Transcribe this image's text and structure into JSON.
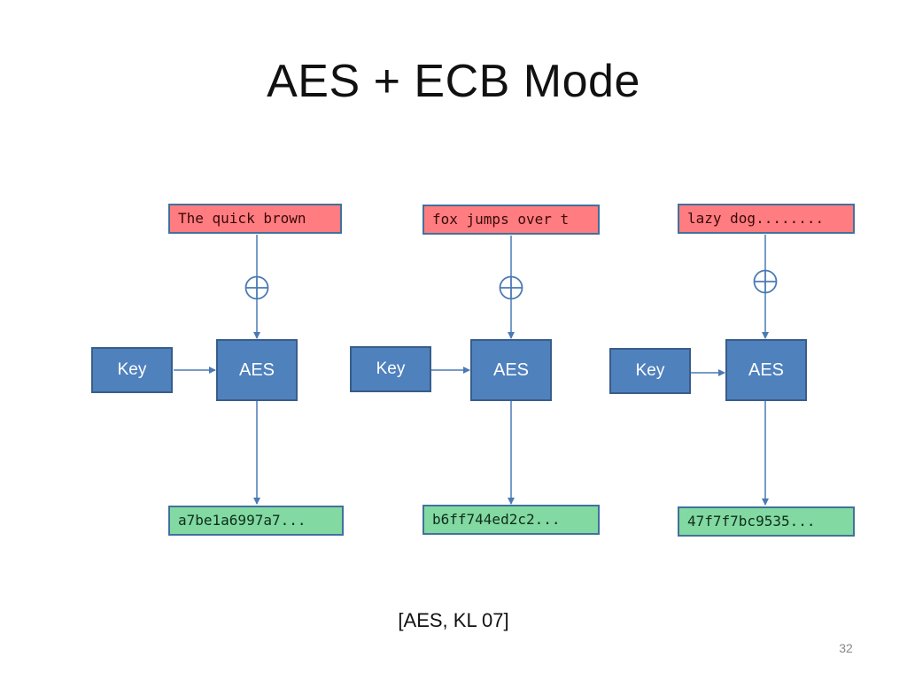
{
  "slide": {
    "title": "AES + ECB Mode",
    "citation": "[AES, KL 07]",
    "page_number": "32"
  },
  "blocks": [
    {
      "plaintext": "The quick brown",
      "key_label": "Key",
      "cipher_label": "AES",
      "ciphertext": "a7be1a6997a7..."
    },
    {
      "plaintext": "fox jumps over t",
      "key_label": "Key",
      "cipher_label": "AES",
      "ciphertext": "b6ff744ed2c2..."
    },
    {
      "plaintext": "lazy dog........",
      "key_label": "Key",
      "cipher_label": "AES",
      "ciphertext": "47f7f7bc9535..."
    }
  ],
  "colors": {
    "plaintext_fill": "#ff7c80",
    "ciphertext_fill": "#82d9a2",
    "block_fill": "#4f81bd",
    "line": "#4a7ab5"
  }
}
